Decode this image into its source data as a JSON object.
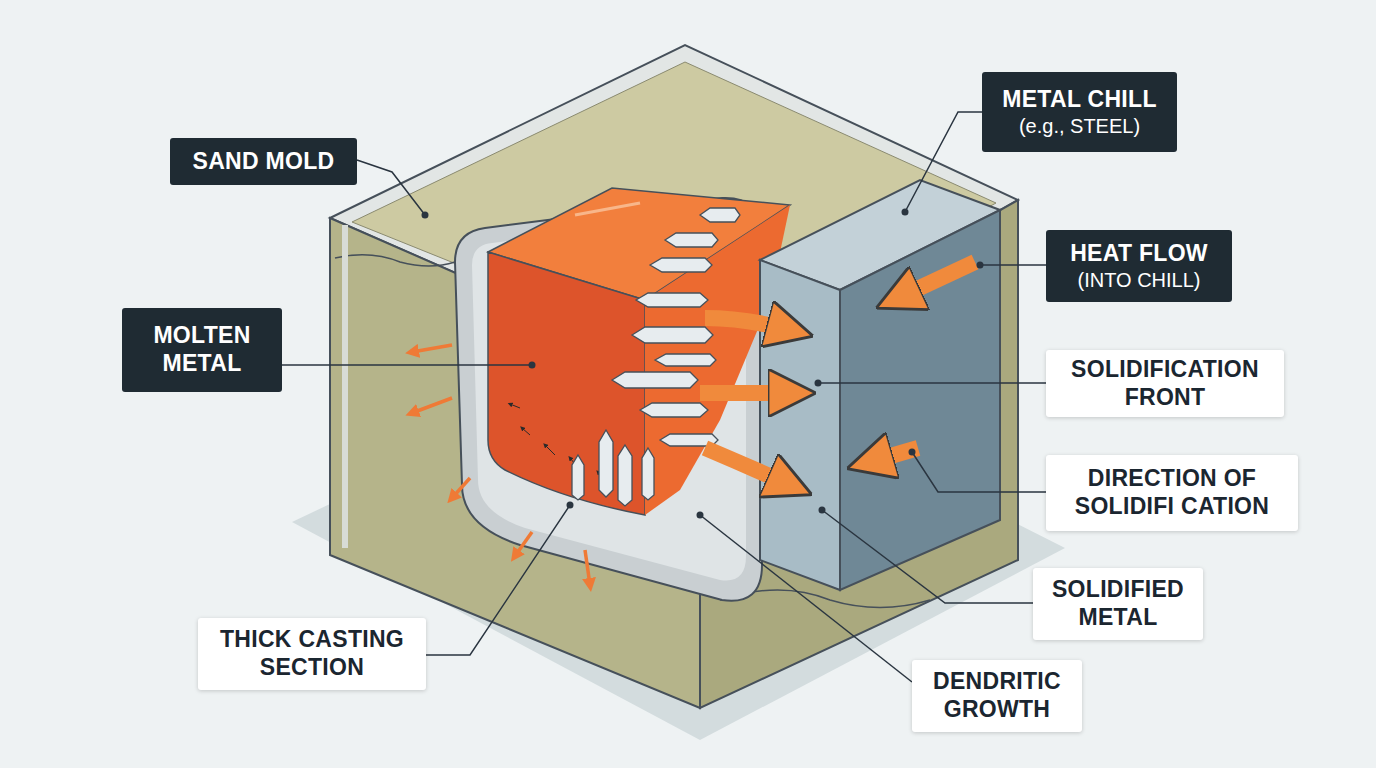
{
  "diagram": {
    "nodes": [
      {
        "text": [
          "METAL CHILL",
          "(e.g., STEEL)"
        ]
      },
      {
        "text": [
          "SAND MOLD"
        ]
      },
      {
        "text": [
          "HEAT FLOW",
          "(INTO CHILL)"
        ]
      },
      {
        "text": [
          "MOLTEN METAL"
        ]
      },
      {
        "text": [
          "SOLIDIFICATION FRONT"
        ]
      },
      {
        "text": [
          "DIRECTION OF SOLIDIFI CATION"
        ]
      },
      {
        "text": [
          "SOLIDIFIED METAL"
        ]
      },
      {
        "text": [
          "THICK CASTING SECTION"
        ]
      },
      {
        "text": [
          "DENDRITIC GROWTH"
        ]
      }
    ]
  }
}
